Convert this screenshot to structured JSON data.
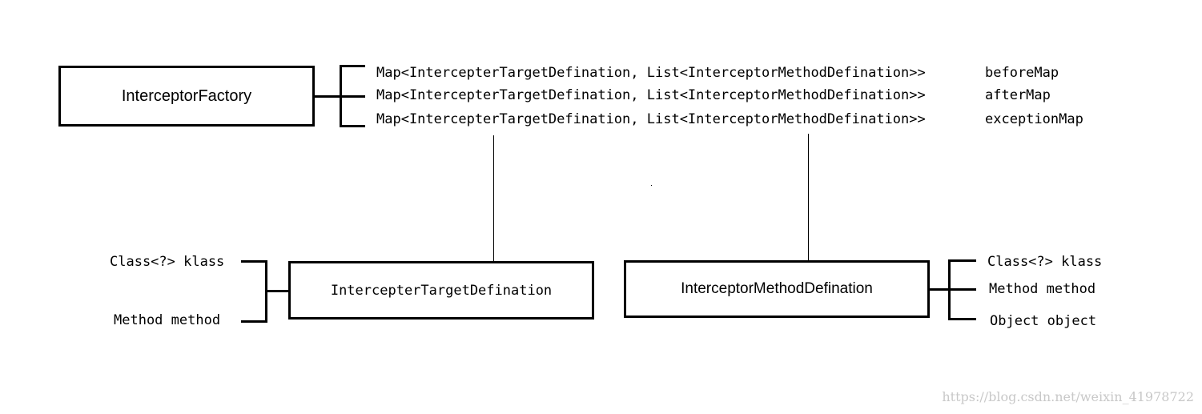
{
  "diagram": {
    "factory": {
      "label": "InterceptorFactory",
      "fields": [
        {
          "type": "Map<IntercepterTargetDefination, List<InterceptorMethodDefination>>",
          "name": "beforeMap"
        },
        {
          "type": "Map<IntercepterTargetDefination, List<InterceptorMethodDefination>>",
          "name": "afterMap"
        },
        {
          "type": "Map<IntercepterTargetDefination, List<InterceptorMethodDefination>>",
          "name": "exceptionMap"
        }
      ]
    },
    "target": {
      "label": "IntercepterTargetDefination",
      "fields": [
        "Class<?> klass",
        "Method method"
      ]
    },
    "method_def": {
      "label": "InterceptorMethodDefination",
      "fields": [
        "Class<?> klass",
        "Method method",
        "Object object"
      ]
    }
  },
  "watermark": "https://blog.csdn.net/weixin_41978722"
}
